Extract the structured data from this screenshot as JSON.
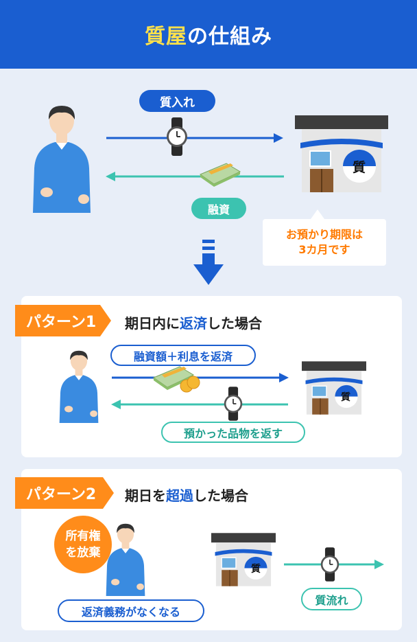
{
  "header": {
    "title_highlight": "質屋",
    "title_rest": "の仕組み"
  },
  "intro": {
    "pawn_label": "質入れ",
    "loan_label": "融資",
    "shop_kanji": "質",
    "note_line1": "お預かり期限は",
    "note_line2": "3カ月です"
  },
  "pattern1": {
    "tag": "パターン1",
    "title_part1": "期日内に",
    "title_highlight": "返済",
    "title_part2": "した場合",
    "repay_label": "融資額＋利息を返済",
    "return_label": "預かった品物を返す",
    "shop_kanji": "質"
  },
  "pattern2": {
    "tag": "パターン2",
    "title_part1": "期日を",
    "title_highlight": "超過",
    "title_part2": "した場合",
    "badge_line1": "所有権",
    "badge_line2": "を放棄",
    "no_repay_label": "返済義務がなくなる",
    "forfeit_label": "質流れ",
    "shop_kanji": "質"
  },
  "colors": {
    "blue": "#1a5ed0",
    "teal": "#3cc3b0",
    "orange": "#ff8c1a",
    "yellow": "#ffe14a"
  }
}
